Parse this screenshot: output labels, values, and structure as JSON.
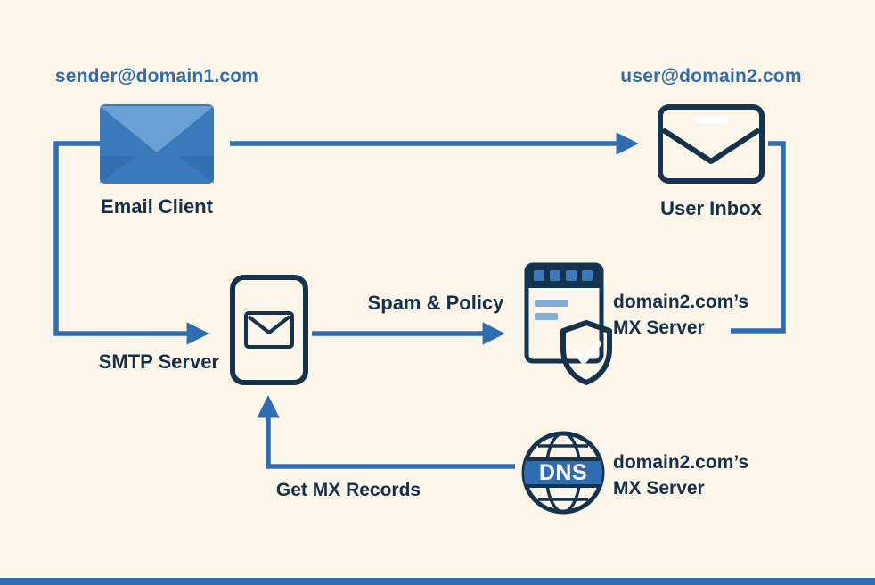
{
  "colors": {
    "background": "#fcf6ea",
    "accent_blue": "#2f6db3",
    "icon_blue": "#3b79bb",
    "icon_blue_light": "#6ba0d4",
    "dark_navy": "#16334d",
    "label_text": "#14304a"
  },
  "nodes": {
    "sender_address": "sender@domain1.com",
    "email_client_label": "Email Client",
    "receiver_address": "user@domain2.com",
    "user_inbox_label": "User Inbox",
    "smtp_server_label": "SMTP Server",
    "mx_server_label_line1": "domain2.com’s",
    "mx_server_label_line2": "MX Server",
    "dns_globe_text": "DNS",
    "dns_label_line1": "domain2.com’s",
    "dns_label_line2": "MX Server"
  },
  "edges": {
    "spam_policy_label": "Spam & Policy",
    "get_mx_records_label": "Get MX Records"
  },
  "icons": {
    "email_client": "envelope-icon",
    "user_inbox": "inbox-envelope-icon",
    "smtp_server": "mail-server-icon",
    "mx_server": "server-shield-icon",
    "dns": "dns-globe-icon"
  }
}
